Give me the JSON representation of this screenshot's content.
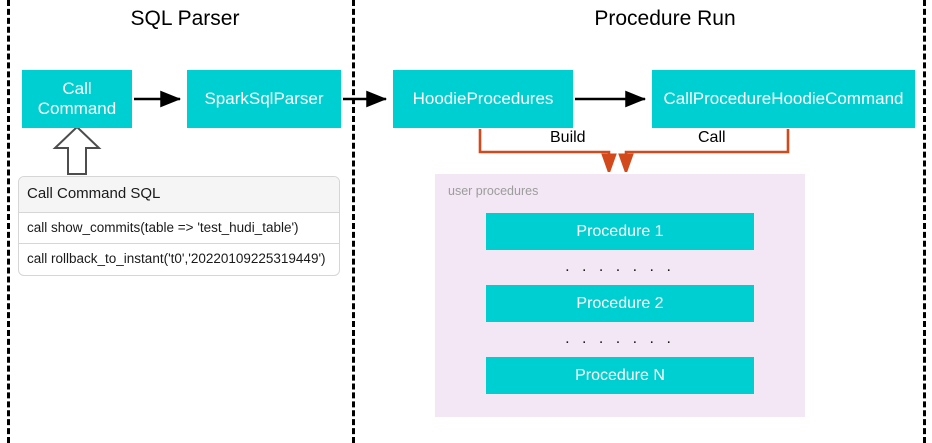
{
  "diagram": {
    "sections": [
      {
        "id": "sql-parser",
        "title": "SQL Parser"
      },
      {
        "id": "procedure-run",
        "title": "Procedure Run"
      }
    ],
    "nodes": [
      {
        "id": "call-command",
        "label": "Call\nCommand",
        "line1": "Call",
        "line2": "Command"
      },
      {
        "id": "spark-sql-parser",
        "label": "SparkSqlParser"
      },
      {
        "id": "hoodie-procedures",
        "label": "HoodieProcedures"
      },
      {
        "id": "call-procedure-hoodie-command",
        "label": "CallProcedureHoodieCommand"
      }
    ],
    "edge_labels": {
      "build": "Build",
      "call": "Call"
    },
    "sql_table": {
      "header": "Call Command SQL",
      "rows": [
        "call show_commits(table => 'test_hudi_table')",
        "call rollback_to_instant('t0','20220109225319449')"
      ]
    },
    "user_procedures": {
      "label": "user procedures",
      "items": [
        {
          "label": "Procedure 1"
        },
        {
          "label": "Procedure 2"
        },
        {
          "label": "Procedure N"
        }
      ],
      "ellipsis": ". . . . . . ."
    },
    "colors": {
      "node_fill": "#00cfd1",
      "node_text": "#ffffff",
      "panel_fill": "#f3e6f5",
      "panel_label": "#9c9c9c",
      "flow_arrow": "#d2491c",
      "separator": "#000000",
      "table_border": "#d6d6d6",
      "table_header_fill": "#f5f5f5"
    }
  }
}
